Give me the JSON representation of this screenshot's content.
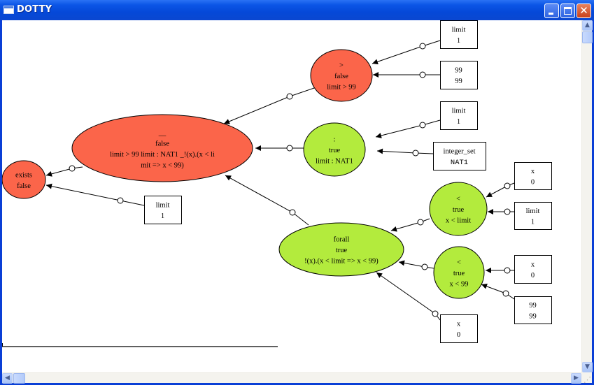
{
  "window": {
    "title": "DOTTY",
    "buttons": {
      "minimize": "minimize",
      "maximize": "maximize",
      "close": "✕"
    }
  },
  "colors": {
    "false_node": "#fb654a",
    "true_node": "#b3eb3d",
    "titlebar": "#0548d8"
  },
  "graph": {
    "nodes": [
      {
        "id": "and",
        "kind": "ellipse",
        "status": "false",
        "lines": [
          "__",
          "false",
          "limit > 99  limit : NAT1 _!(x).(x < li",
          "mit => x < 99)"
        ]
      },
      {
        "id": "exists",
        "kind": "ellipse",
        "status": "false",
        "lines": [
          "exists",
          "false"
        ]
      },
      {
        "id": "gt",
        "kind": "ellipse",
        "status": "false",
        "lines": [
          ">",
          "false",
          "limit > 99"
        ]
      },
      {
        "id": "member",
        "kind": "ellipse",
        "status": "true",
        "lines": [
          ":",
          "true",
          "limit : NAT1"
        ]
      },
      {
        "id": "forall",
        "kind": "ellipse",
        "status": "true",
        "lines": [
          "forall",
          "true",
          "!(x).(x < limit => x < 99)"
        ]
      },
      {
        "id": "lt_limit",
        "kind": "ellipse",
        "status": "true",
        "lines": [
          "<",
          "true",
          "x < limit"
        ]
      },
      {
        "id": "lt_99",
        "kind": "ellipse",
        "status": "true",
        "lines": [
          "<",
          "true",
          "x < 99"
        ]
      },
      {
        "id": "box_limit_1a",
        "kind": "box",
        "lines": [
          "limit",
          "1"
        ]
      },
      {
        "id": "box_99a",
        "kind": "box",
        "lines": [
          "99",
          "99"
        ]
      },
      {
        "id": "box_limit_1b",
        "kind": "box",
        "lines": [
          "limit",
          "1"
        ]
      },
      {
        "id": "box_intset",
        "kind": "box",
        "lines": [
          "integer_set",
          "NAT1"
        ]
      },
      {
        "id": "box_limit_1c",
        "kind": "box",
        "lines": [
          "limit",
          "1"
        ]
      },
      {
        "id": "box_x0a",
        "kind": "box",
        "lines": [
          "x",
          "0"
        ]
      },
      {
        "id": "box_limit_1d",
        "kind": "box",
        "lines": [
          "limit",
          "1"
        ]
      },
      {
        "id": "box_x0b",
        "kind": "box",
        "lines": [
          "x",
          "0"
        ]
      },
      {
        "id": "box_99b",
        "kind": "box",
        "lines": [
          "99",
          "99"
        ]
      },
      {
        "id": "box_x0c",
        "kind": "box",
        "lines": [
          "x",
          "0"
        ]
      }
    ],
    "edges": [
      {
        "from": "box_limit_1a",
        "to": "gt"
      },
      {
        "from": "box_99a",
        "to": "gt"
      },
      {
        "from": "gt",
        "to": "and"
      },
      {
        "from": "box_limit_1b",
        "to": "member"
      },
      {
        "from": "box_intset",
        "to": "member"
      },
      {
        "from": "member",
        "to": "and"
      },
      {
        "from": "forall",
        "to": "and"
      },
      {
        "from": "and",
        "to": "exists"
      },
      {
        "from": "box_limit_1c",
        "to": "exists"
      },
      {
        "from": "box_x0a",
        "to": "lt_limit"
      },
      {
        "from": "box_limit_1d",
        "to": "lt_limit"
      },
      {
        "from": "lt_limit",
        "to": "forall"
      },
      {
        "from": "box_x0b",
        "to": "lt_99"
      },
      {
        "from": "box_99b",
        "to": "lt_99"
      },
      {
        "from": "lt_99",
        "to": "forall"
      },
      {
        "from": "box_x0c",
        "to": "forall"
      }
    ]
  }
}
